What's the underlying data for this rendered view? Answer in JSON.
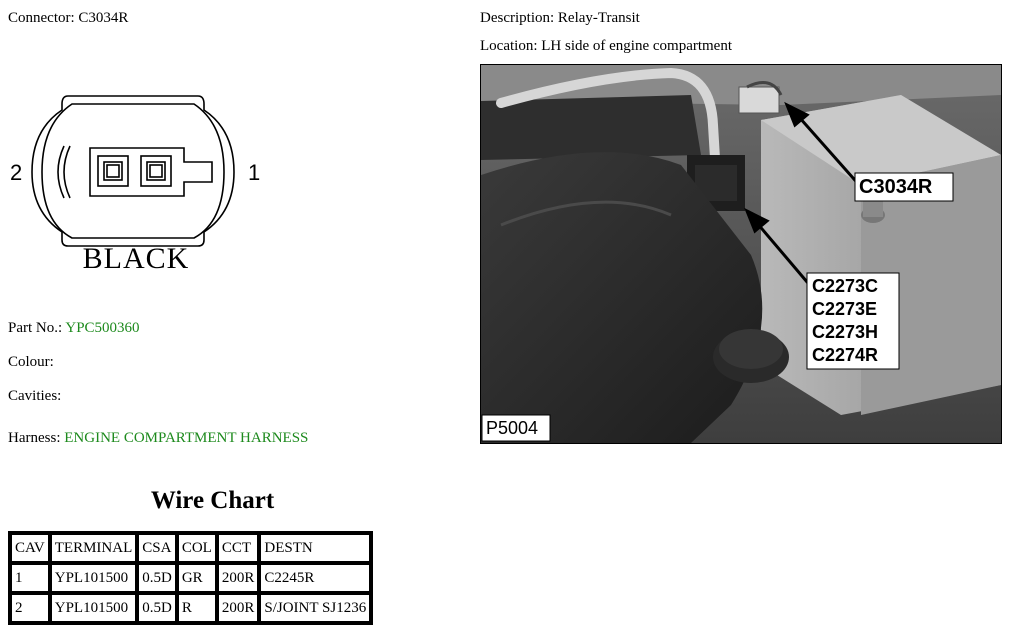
{
  "connector": {
    "label": "Connector:",
    "value": "C3034R",
    "pin_left": "2",
    "pin_right": "1",
    "color_text": "BLACK"
  },
  "description": {
    "label": "Description:",
    "value": "Relay-Transit"
  },
  "location": {
    "label": "Location:",
    "value": "LH side of engine compartment"
  },
  "details": {
    "part_no_label": "Part No.:",
    "part_no": "YPC500360",
    "colour_label": "Colour:",
    "colour": "",
    "cavities_label": "Cavities:",
    "cavities": "",
    "harness_label": "Harness:",
    "harness": "ENGINE COMPARTMENT HARNESS"
  },
  "photo": {
    "callout_1": "C3034R",
    "callout_2_lines": [
      "C2273C",
      "C2273E",
      "C2273H",
      "C2274R"
    ],
    "photo_id": "P5004"
  },
  "wire_chart": {
    "title": "Wire Chart",
    "headers": [
      "CAV",
      "TERMINAL",
      "CSA",
      "COL",
      "CCT",
      "DESTN"
    ],
    "rows": [
      [
        "1",
        "YPL101500",
        "0.5D",
        "GR",
        "200R",
        "C2245R"
      ],
      [
        "2",
        "YPL101500",
        "0.5D",
        "R",
        "200R",
        "S/JOINT SJ1236"
      ]
    ]
  },
  "colors": {
    "link_green": "#1d8a1d"
  }
}
